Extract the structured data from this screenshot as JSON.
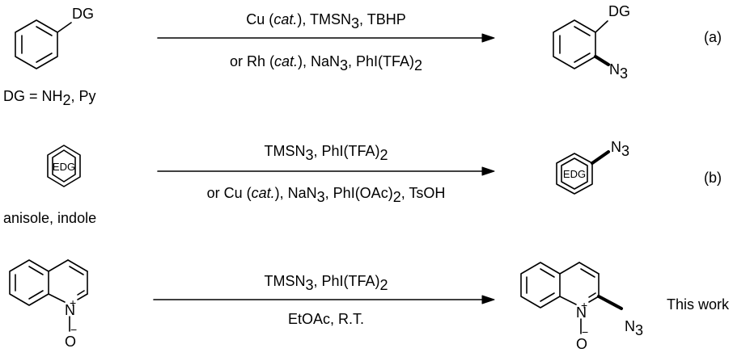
{
  "reactions": [
    {
      "substrate_label": "DG",
      "substrate_note": "DG = NH",
      "substrate_note_sub": "2",
      "substrate_note_tail": ", Py",
      "above_arrow": {
        "pre": "Cu (",
        "italic": "cat.",
        "mid": "), TMSN",
        "sub": "3",
        "post": ", TBHP"
      },
      "below_arrow": {
        "pre": "or Rh (",
        "italic": "cat.",
        "mid": "), NaN",
        "sub": "3",
        "post": ", PhI(TFA)",
        "sub2": "2"
      },
      "product_labels": [
        "DG",
        "N",
        "3"
      ],
      "tag": "(a)"
    },
    {
      "substrate_label": "EDG",
      "substrate_note": "anisole, indole",
      "above_arrow": {
        "pre": "TMSN",
        "sub": "3",
        "post": ", PhI(TFA)",
        "sub2": "2"
      },
      "below_arrow": {
        "pre": "or Cu (",
        "italic": "cat.",
        "mid": "), NaN",
        "sub": "3",
        "post": ", PhI(OAc)",
        "sub2": "2",
        "tail": ", TsOH"
      },
      "product_labels": [
        "EDG",
        "N",
        "3"
      ],
      "tag": "(b)"
    },
    {
      "substrate_atoms": [
        "N",
        "+",
        "O",
        "−"
      ],
      "above_arrow": {
        "pre": "TMSN",
        "sub": "3",
        "post": ", PhI(TFA)",
        "sub2": "2"
      },
      "below_arrow": {
        "text": "EtOAc, R.T."
      },
      "product_atoms": [
        "N",
        "+",
        "O",
        "−",
        "N",
        "3"
      ],
      "tag": "This work"
    }
  ]
}
